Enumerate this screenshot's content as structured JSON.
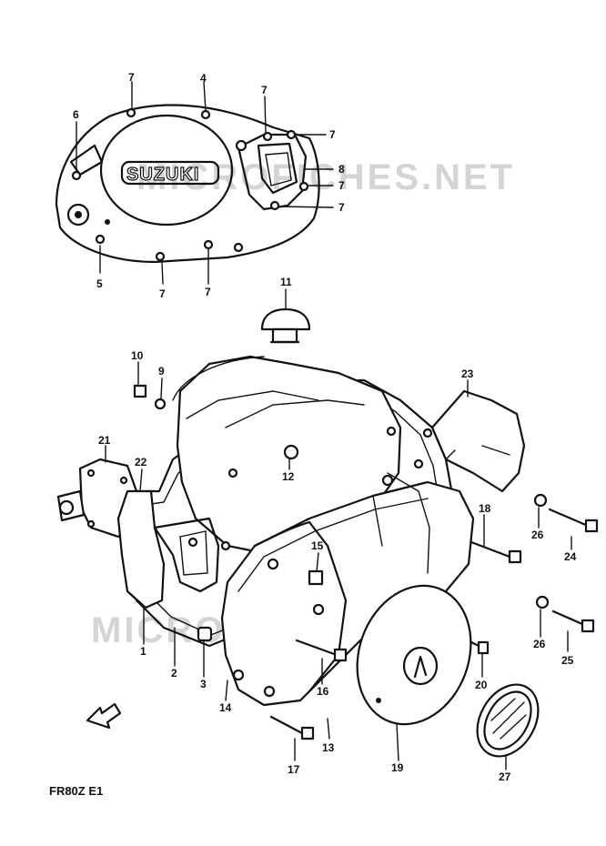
{
  "diagram_code": "FR80Z E1",
  "brand_mark": "SUZUKI",
  "watermarks": [
    "MICROFICHES.NET",
    "MICROFICHES.NET"
  ],
  "callouts": {
    "c4": "4",
    "c5": "5",
    "c6": "6",
    "c7a": "7",
    "c7b": "7",
    "c7c": "7",
    "c7d": "7",
    "c7e": "7",
    "c7f": "7",
    "c7g": "7",
    "c8": "8",
    "c9": "9",
    "c10": "10",
    "c11": "11",
    "c12": "12",
    "c21": "21",
    "c22": "22",
    "c23": "23",
    "c1": "1",
    "c2": "2",
    "c3": "3",
    "c14": "14",
    "c15": "15",
    "c16": "16",
    "c17": "17",
    "c13": "13",
    "c19": "19",
    "c18": "18",
    "c20": "20",
    "c26a": "26",
    "c24": "24",
    "c26b": "26",
    "c25": "25",
    "c27": "27"
  }
}
